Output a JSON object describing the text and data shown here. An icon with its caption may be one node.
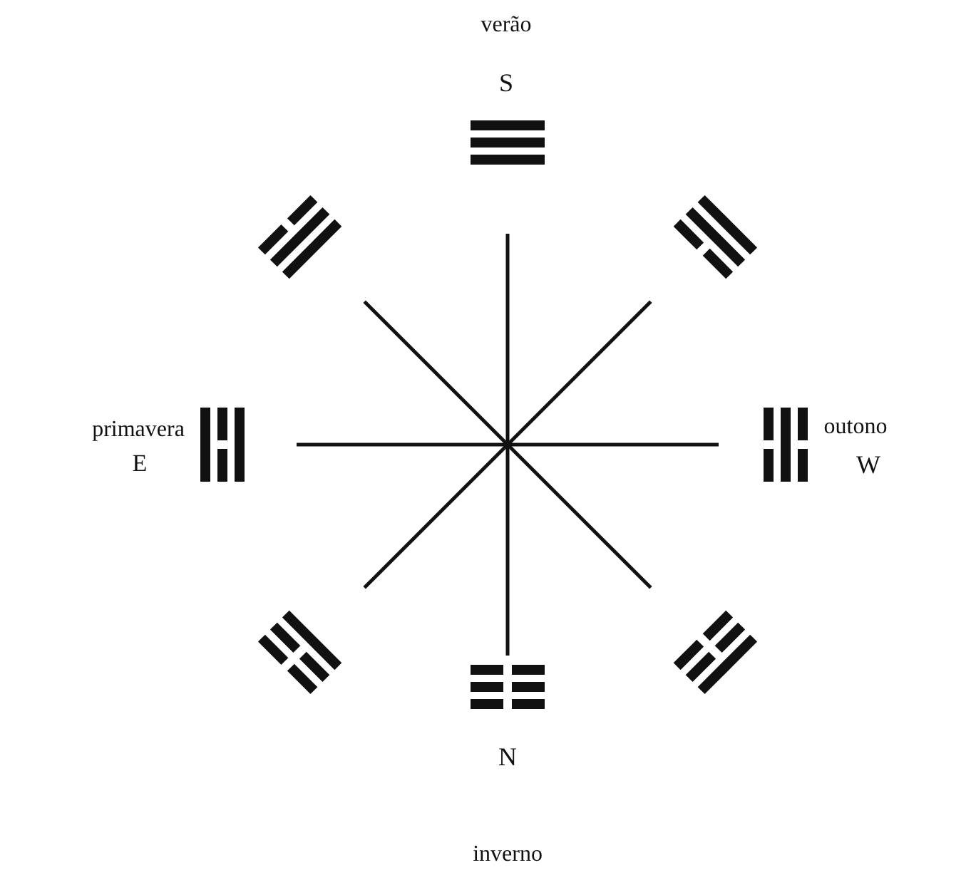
{
  "diagram": {
    "labels": [
      "verão",
      "S",
      "primavera",
      "E",
      "outono",
      "W",
      "N",
      "inverno"
    ]
  }
}
